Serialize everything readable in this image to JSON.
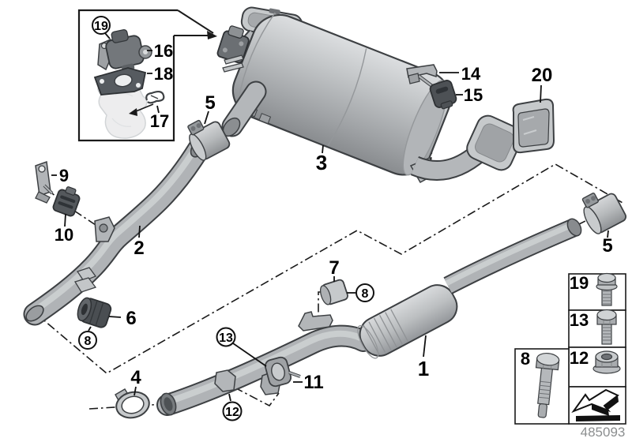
{
  "labels": {
    "n1": "1",
    "n2": "2",
    "n3": "3",
    "n4": "4",
    "n5": "5",
    "n6": "6",
    "n7": "7",
    "n8": "8",
    "n9": "9",
    "n10": "10",
    "n11": "11",
    "n12": "12",
    "n13": "13",
    "n14": "14",
    "n15": "15",
    "n16": "16",
    "n17": "17",
    "n18": "18",
    "n19": "19",
    "n20": "20"
  },
  "fastener_table": {
    "row1": "19",
    "row2": "13",
    "row3": "12",
    "row4": "8"
  },
  "footer": {
    "part_number": "485093"
  },
  "palette": {
    "outline": "#3d4043",
    "metal_light": "#d6d8da",
    "metal_mid": "#b0b3b6",
    "metal_dark": "#8b8e91",
    "rubber_dark": "#4a4e52",
    "line": "#1a1a1a",
    "ghost": "#ededee",
    "part_number_text": "#8b8e8f"
  }
}
